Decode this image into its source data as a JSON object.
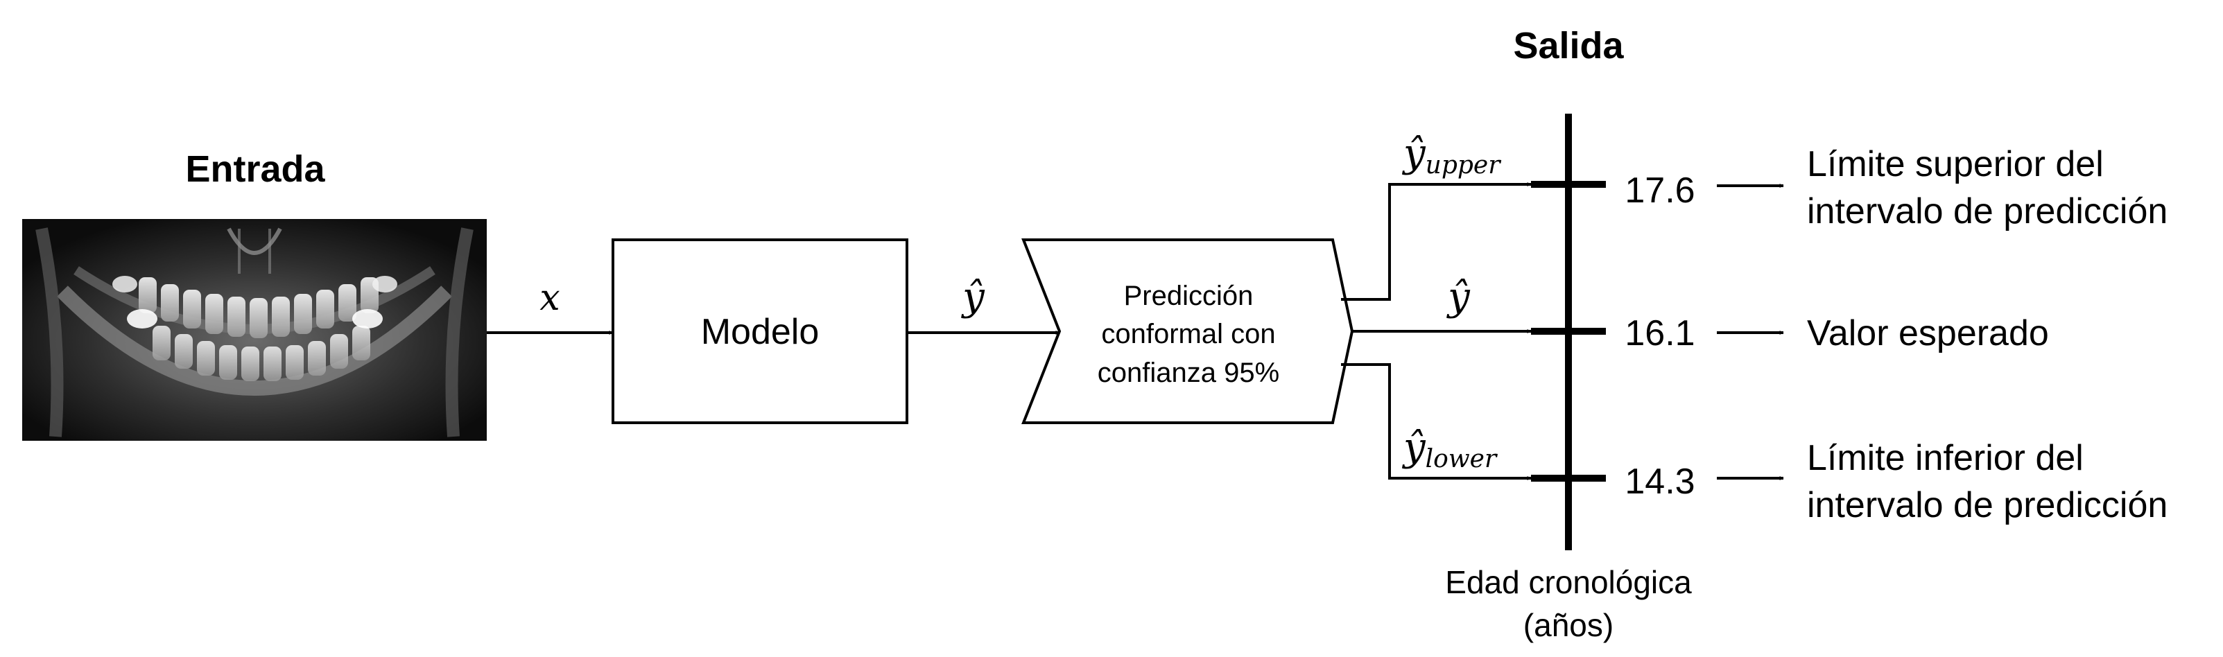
{
  "input": {
    "title": "Entrada",
    "image_description": "panoramic-dental-xray"
  },
  "edges": {
    "x_label": "x",
    "yhat_label": "ŷ",
    "yhat_out_label": "ŷ",
    "yupper_base": "ŷ",
    "yupper_sub": "upper",
    "ylower_base": "ŷ",
    "ylower_sub": "lower"
  },
  "model": {
    "label": "Modelo"
  },
  "conformal": {
    "lines": [
      "Predicción",
      "conformal con",
      "confianza 95%"
    ]
  },
  "output": {
    "title": "Salida",
    "axis_label_line1": "Edad cronológica",
    "axis_label_line2": "(años)",
    "ticks": [
      {
        "value": "17.6",
        "desc_line1": "Límite superior del",
        "desc_line2": "intervalo de predicción"
      },
      {
        "value": "16.1",
        "desc_line1": "Valor esperado",
        "desc_line2": ""
      },
      {
        "value": "14.3",
        "desc_line1": "Límite inferior del",
        "desc_line2": "intervalo de predicción"
      }
    ]
  }
}
